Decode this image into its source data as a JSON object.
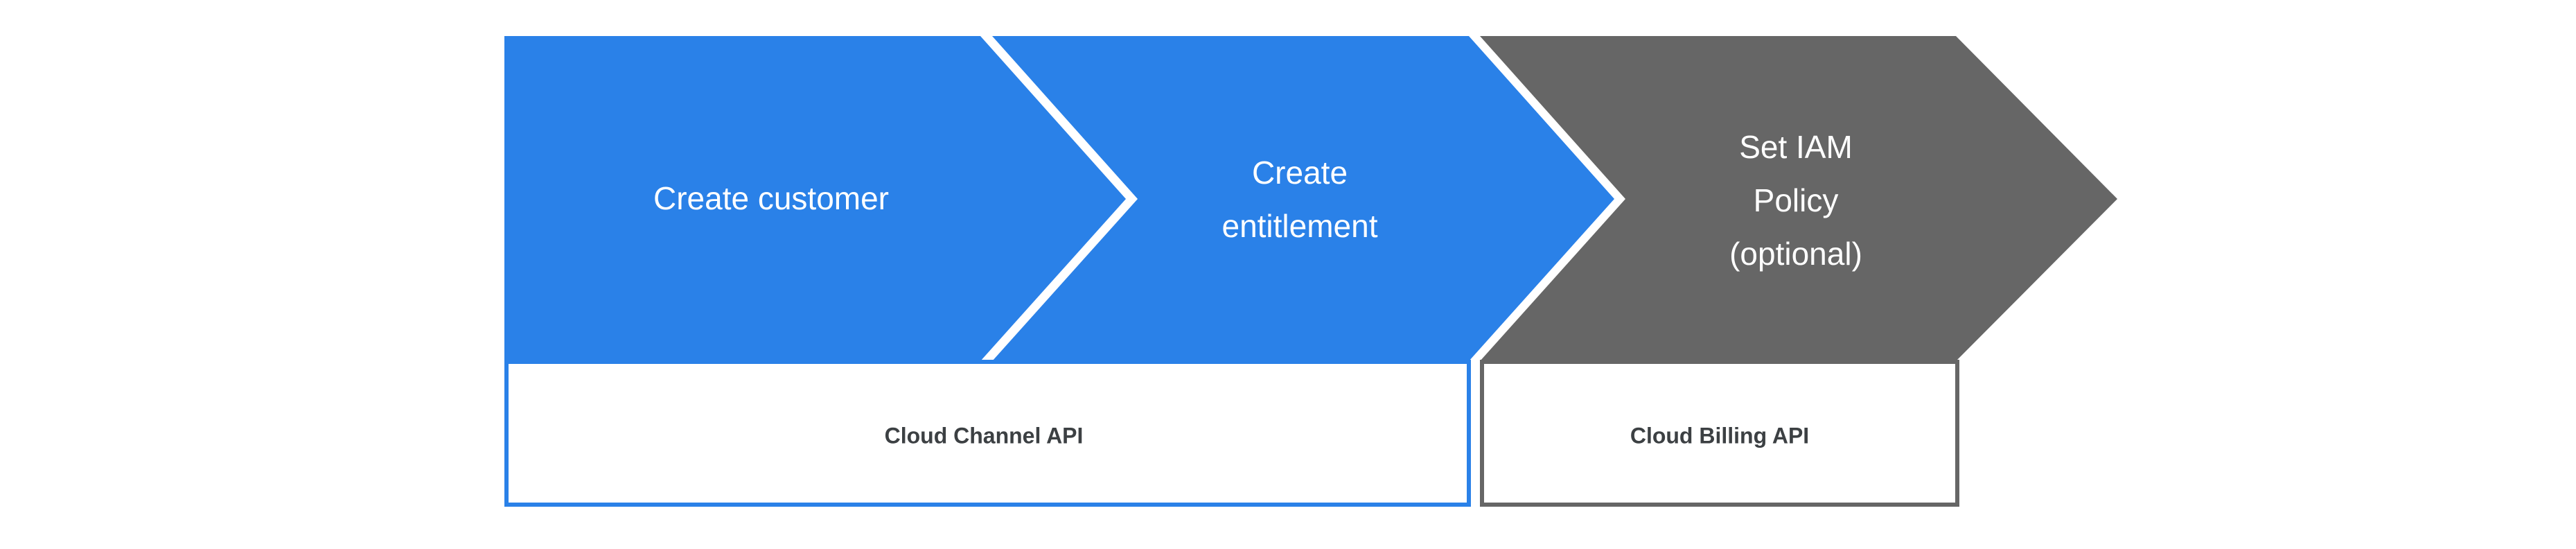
{
  "diagram": {
    "title": "Cloud Channel API provisioning flow",
    "type": "chevron-process-flow",
    "background_color": "#ffffff",
    "colors": {
      "blue": "#2a81e8",
      "gray": "#666666",
      "label_text": "#3c4043",
      "chevron_text": "#ffffff",
      "white": "#ffffff"
    },
    "steps": [
      {
        "id": "create-customer",
        "label_lines": [
          "Create customer"
        ],
        "fill": "#2a81e8",
        "order": 1
      },
      {
        "id": "create-entitlement",
        "label_lines": [
          "Create",
          "entitlement"
        ],
        "fill": "#2a81e8",
        "order": 2
      },
      {
        "id": "set-iam-policy",
        "label_lines": [
          "Set IAM",
          "Policy",
          "(optional)"
        ],
        "fill": "#666666",
        "order": 3
      }
    ],
    "api_groups": [
      {
        "id": "cloud-channel-api",
        "label": "Cloud Channel API",
        "border_color": "#2a81e8",
        "covers": [
          "create-customer",
          "create-entitlement"
        ]
      },
      {
        "id": "cloud-billing-api",
        "label": "Cloud Billing API",
        "border_color": "#666666",
        "covers": [
          "set-iam-policy"
        ]
      }
    ]
  }
}
